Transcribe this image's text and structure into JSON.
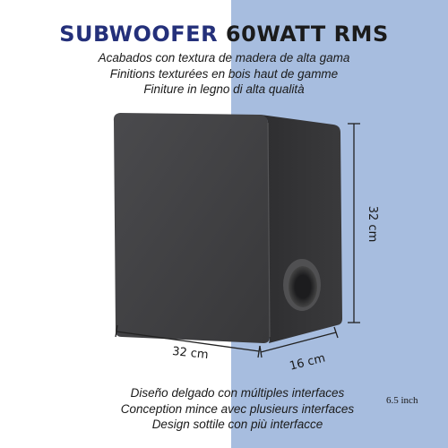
{
  "title": {
    "brand_part": "SUBWOOFER",
    "rating_part": "60WATT RMS"
  },
  "subtitles": [
    "Acabados con textura de madera de alta gama",
    "Finitions texturées en bois haut de gamme",
    "Finiture in legno di alta qualità"
  ],
  "dimensions": {
    "height": "32 cm",
    "width": "32 cm",
    "depth": "16 cm"
  },
  "features": [
    "Diseño delgado con múltiples interfaces",
    "Conception mince avec plusieurs interfaces",
    "Design sottile con più interfacce"
  ],
  "driver_size": "6.5 inch",
  "colors": {
    "accent_blue": "#24307a",
    "panel_blue": "#a7bddf",
    "cabinet": "#3e3e40"
  }
}
